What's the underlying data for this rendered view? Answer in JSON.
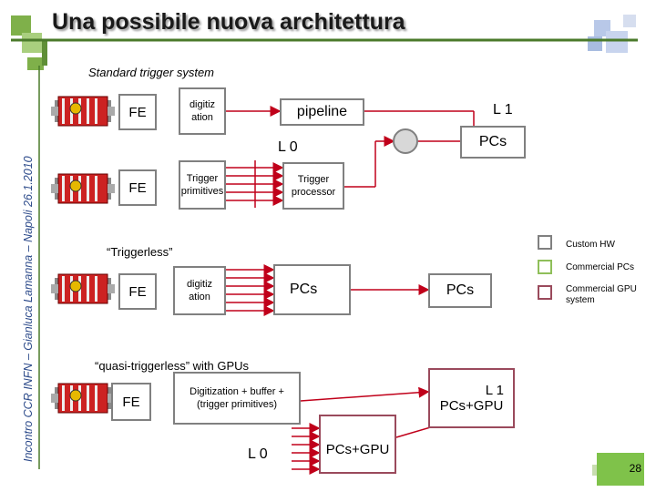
{
  "header": {
    "title": "Una possibile nuova architettura"
  },
  "sidebar": {
    "footer_text": "Incontro CCR INFN – Gianluca Lamanna – Napoli 26.1.2010"
  },
  "footer": {
    "page_number": "28"
  },
  "legend": [
    {
      "label": "Custom HW",
      "color": "#808080"
    },
    {
      "label": "Commercial PCs",
      "color": "#8fbf5a"
    },
    {
      "label": "Commercial GPU system",
      "color": "#9a4a5c"
    }
  ],
  "standard": {
    "heading": "Standard trigger system",
    "fe_top": "FE",
    "digitization": "digitiz ation",
    "pipeline": "pipeline",
    "l1": "L 1",
    "l0": "L 0",
    "pcs": "PCs",
    "fe_bottom": "FE",
    "trigger_primitives": "Trigger primitives",
    "trigger_processor": "Trigger processor"
  },
  "triggerless": {
    "heading": "“Triggerless”",
    "fe": "FE",
    "digitization": "digitiz ation",
    "pcs_left": "PCs",
    "pcs_right": "PCs"
  },
  "quasi": {
    "heading": "“quasi-triggerless” with GPUs",
    "fe": "FE",
    "digitization_buffer": "Digitization + buffer + (trigger primitives)",
    "l1": "L 1",
    "pcs_gpu_right": "PCs+GPU",
    "l0": "L 0",
    "pcs_gpu_bottom": "PCs+GPU"
  }
}
